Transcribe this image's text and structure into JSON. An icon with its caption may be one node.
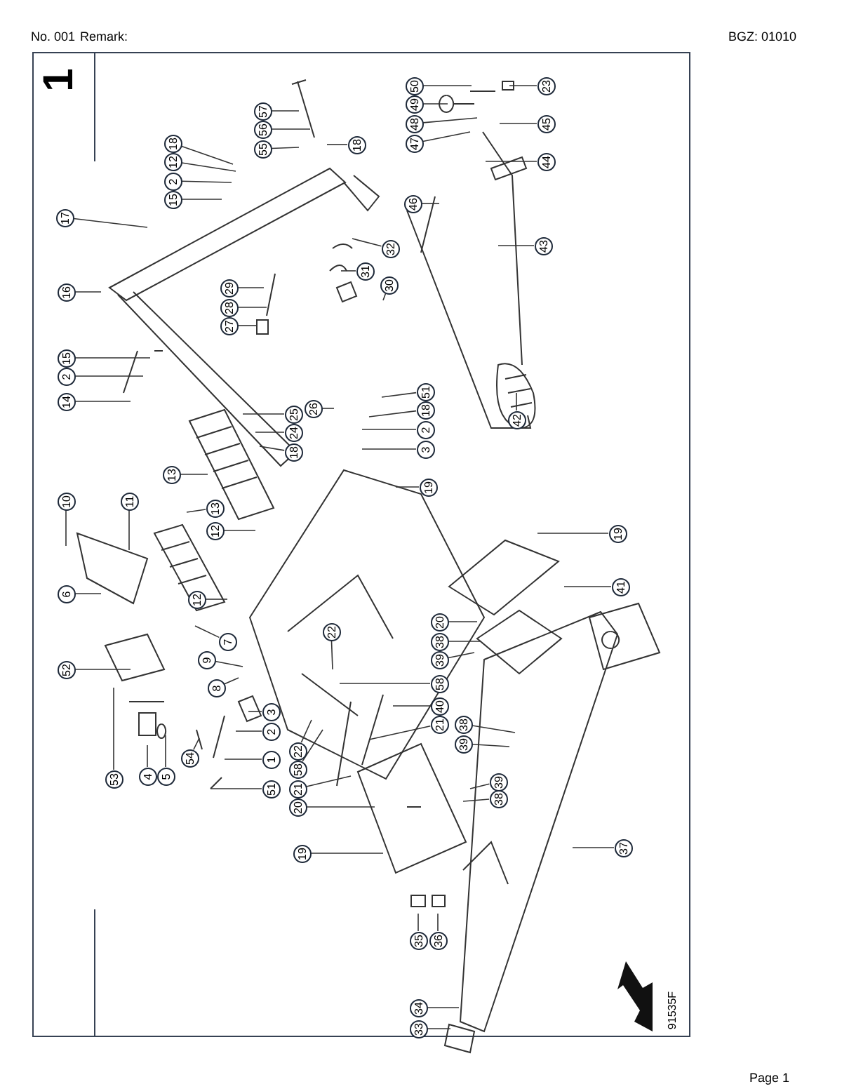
{
  "diagram": {
    "nodes": [
      {
        "text": [
          "50"
        ]
      },
      {
        "text": [
          "23"
        ]
      },
      {
        "text": [
          "49"
        ]
      },
      {
        "text": [
          "57"
        ]
      },
      {
        "text": [
          "48"
        ]
      },
      {
        "text": [
          "45"
        ]
      },
      {
        "text": [
          "56"
        ]
      },
      {
        "text": [
          "47"
        ]
      },
      {
        "text": [
          "18"
        ]
      },
      {
        "text": [
          "55"
        ]
      },
      {
        "text": [
          "18"
        ]
      },
      {
        "text": [
          "12"
        ]
      },
      {
        "text": [
          "44"
        ]
      },
      {
        "text": [
          "2"
        ]
      },
      {
        "text": [
          "15"
        ]
      },
      {
        "text": [
          "46"
        ]
      },
      {
        "text": [
          "17"
        ]
      },
      {
        "text": [
          "43"
        ]
      },
      {
        "text": [
          "32"
        ]
      },
      {
        "text": [
          "31"
        ]
      },
      {
        "text": [
          "30"
        ]
      },
      {
        "text": [
          "29"
        ]
      },
      {
        "text": [
          "16"
        ]
      },
      {
        "text": [
          "28"
        ]
      },
      {
        "text": [
          "27"
        ]
      },
      {
        "text": [
          "15"
        ]
      },
      {
        "text": [
          "2"
        ]
      },
      {
        "text": [
          "51"
        ]
      },
      {
        "text": [
          "14"
        ]
      },
      {
        "text": [
          "26"
        ]
      },
      {
        "text": [
          "18"
        ]
      },
      {
        "text": [
          "25"
        ]
      },
      {
        "text": [
          "42"
        ]
      },
      {
        "text": [
          "2"
        ]
      },
      {
        "text": [
          "24"
        ]
      },
      {
        "text": [
          "3"
        ]
      },
      {
        "text": [
          "18"
        ]
      },
      {
        "text": [
          "13"
        ]
      },
      {
        "text": [
          "19"
        ]
      },
      {
        "text": [
          "10"
        ]
      },
      {
        "text": [
          "11"
        ]
      },
      {
        "text": [
          "13"
        ]
      },
      {
        "text": [
          "12"
        ]
      },
      {
        "text": [
          "19"
        ]
      },
      {
        "text": [
          "41"
        ]
      },
      {
        "text": [
          "6"
        ]
      },
      {
        "text": [
          "12"
        ]
      },
      {
        "text": [
          "20"
        ]
      },
      {
        "text": [
          "22"
        ]
      },
      {
        "text": [
          "7"
        ]
      },
      {
        "text": [
          "38"
        ]
      },
      {
        "text": [
          "9"
        ]
      },
      {
        "text": [
          "39"
        ]
      },
      {
        "text": [
          "52"
        ]
      },
      {
        "text": [
          "58"
        ]
      },
      {
        "text": [
          "8"
        ]
      },
      {
        "text": [
          "40"
        ]
      },
      {
        "text": [
          "3"
        ]
      },
      {
        "text": [
          "21"
        ]
      },
      {
        "text": [
          "38"
        ]
      },
      {
        "text": [
          "2"
        ]
      },
      {
        "text": [
          "39"
        ]
      },
      {
        "text": [
          "22"
        ]
      },
      {
        "text": [
          "54"
        ]
      },
      {
        "text": [
          "1"
        ]
      },
      {
        "text": [
          "58"
        ]
      },
      {
        "text": [
          "4"
        ]
      },
      {
        "text": [
          "5"
        ]
      },
      {
        "text": [
          "53"
        ]
      },
      {
        "text": [
          "39"
        ]
      },
      {
        "text": [
          "21"
        ]
      },
      {
        "text": [
          "51"
        ]
      },
      {
        "text": [
          "38"
        ]
      },
      {
        "text": [
          "20"
        ]
      },
      {
        "text": [
          "37"
        ]
      },
      {
        "text": [
          "19"
        ]
      },
      {
        "text": [
          "35"
        ]
      },
      {
        "text": [
          "36"
        ]
      },
      {
        "text": [
          "34"
        ]
      },
      {
        "text": [
          "33"
        ]
      }
    ],
    "edges": [
      {
        "from": 0,
        "to": null,
        "arrow": "none"
      },
      {
        "from": 1,
        "to": null,
        "arrow": "none"
      },
      {
        "from": 2,
        "to": null,
        "arrow": "none"
      },
      {
        "from": 3,
        "to": null,
        "arrow": "none"
      },
      {
        "from": 4,
        "to": null,
        "arrow": "none"
      },
      {
        "from": 5,
        "to": null,
        "arrow": "none"
      },
      {
        "from": 6,
        "to": null,
        "arrow": "none"
      },
      {
        "from": 7,
        "to": null,
        "arrow": "none"
      },
      {
        "from": 8,
        "to": null,
        "arrow": "none"
      },
      {
        "from": 9,
        "to": null,
        "arrow": "none"
      },
      {
        "from": 10,
        "to": null,
        "arrow": "none"
      },
      {
        "from": 11,
        "to": null,
        "arrow": "none"
      },
      {
        "from": 12,
        "to": null,
        "arrow": "none"
      },
      {
        "from": 13,
        "to": null,
        "arrow": "none"
      },
      {
        "from": 14,
        "to": null,
        "arrow": "none"
      },
      {
        "from": 15,
        "to": null,
        "arrow": "none"
      },
      {
        "from": 16,
        "to": null,
        "arrow": "none"
      },
      {
        "from": 17,
        "to": null,
        "arrow": "none"
      },
      {
        "from": 18,
        "to": null,
        "arrow": "none"
      },
      {
        "from": 19,
        "to": null,
        "arrow": "none"
      },
      {
        "from": 20,
        "to": null,
        "arrow": "none"
      },
      {
        "from": 21,
        "to": null,
        "arrow": "none"
      },
      {
        "from": 22,
        "to": null,
        "arrow": "none"
      },
      {
        "from": 23,
        "to": null,
        "arrow": "none"
      },
      {
        "from": 24,
        "to": null,
        "arrow": "none"
      },
      {
        "from": 25,
        "to": null,
        "arrow": "none"
      },
      {
        "from": 26,
        "to": null,
        "arrow": "none"
      },
      {
        "from": 27,
        "to": null,
        "arrow": "none"
      },
      {
        "from": 28,
        "to": null,
        "arrow": "none"
      },
      {
        "from": 29,
        "to": null,
        "arrow": "none"
      },
      {
        "from": 30,
        "to": null,
        "arrow": "none"
      },
      {
        "from": 31,
        "to": null,
        "arrow": "none"
      },
      {
        "from": 32,
        "to": null,
        "arrow": "none"
      },
      {
        "from": 33,
        "to": null,
        "arrow": "none"
      },
      {
        "from": 34,
        "to": null,
        "arrow": "none"
      },
      {
        "from": 35,
        "to": null,
        "arrow": "none"
      },
      {
        "from": 36,
        "to": null,
        "arrow": "none"
      },
      {
        "from": 37,
        "to": null,
        "arrow": "none"
      },
      {
        "from": 38,
        "to": null,
        "arrow": "none"
      },
      {
        "from": 39,
        "to": null,
        "arrow": "none"
      },
      {
        "from": 40,
        "to": null,
        "arrow": "none"
      },
      {
        "from": 41,
        "to": null,
        "arrow": "none"
      },
      {
        "from": 42,
        "to": null,
        "arrow": "none"
      },
      {
        "from": 43,
        "to": null,
        "arrow": "none"
      },
      {
        "from": 44,
        "to": null,
        "arrow": "none"
      },
      {
        "from": 45,
        "to": null,
        "arrow": "none"
      },
      {
        "from": 46,
        "to": null,
        "arrow": "none"
      },
      {
        "from": 47,
        "to": null,
        "arrow": "none"
      },
      {
        "from": 48,
        "to": null,
        "arrow": "none"
      },
      {
        "from": 49,
        "to": null,
        "arrow": "none"
      },
      {
        "from": 50,
        "to": null,
        "arrow": "none"
      },
      {
        "from": 51,
        "to": null,
        "arrow": "none"
      },
      {
        "from": 52,
        "to": null,
        "arrow": "none"
      },
      {
        "from": 53,
        "to": null,
        "arrow": "none"
      },
      {
        "from": 54,
        "to": null,
        "arrow": "none"
      },
      {
        "from": 55,
        "to": null,
        "arrow": "none"
      },
      {
        "from": 56,
        "to": null,
        "arrow": "none"
      },
      {
        "from": 57,
        "to": null,
        "arrow": "none"
      },
      {
        "from": 58,
        "to": null,
        "arrow": "none"
      },
      {
        "from": 59,
        "to": null,
        "arrow": "none"
      },
      {
        "from": 60,
        "to": null,
        "arrow": "none"
      },
      {
        "from": 61,
        "to": null,
        "arrow": "none"
      },
      {
        "from": 62,
        "to": null,
        "arrow": "none"
      },
      {
        "from": 63,
        "to": null,
        "arrow": "none"
      },
      {
        "from": 64,
        "to": null,
        "arrow": "none"
      },
      {
        "from": 65,
        "to": null,
        "arrow": "none"
      },
      {
        "from": 66,
        "to": null,
        "arrow": "none"
      },
      {
        "from": 67,
        "to": null,
        "arrow": "none"
      },
      {
        "from": 68,
        "to": null,
        "arrow": "none"
      },
      {
        "from": 69,
        "to": null,
        "arrow": "none"
      },
      {
        "from": 70,
        "to": null,
        "arrow": "none"
      },
      {
        "from": 71,
        "to": null,
        "arrow": "none"
      },
      {
        "from": 72,
        "to": null,
        "arrow": "none"
      },
      {
        "from": 73,
        "to": null,
        "arrow": "none"
      },
      {
        "from": 74,
        "to": null,
        "arrow": "none"
      },
      {
        "from": 75,
        "to": null,
        "arrow": "none"
      },
      {
        "from": 76,
        "to": null,
        "arrow": "none"
      },
      {
        "from": 77,
        "to": null,
        "arrow": "none"
      },
      {
        "from": 78,
        "to": null,
        "arrow": "none"
      },
      {
        "from": 79,
        "to": null,
        "arrow": "none"
      }
    ],
    "labels": [
      "No. 001",
      "Remark:",
      "BGZ: 01010",
      "1",
      "91535F",
      "Page 1"
    ]
  }
}
